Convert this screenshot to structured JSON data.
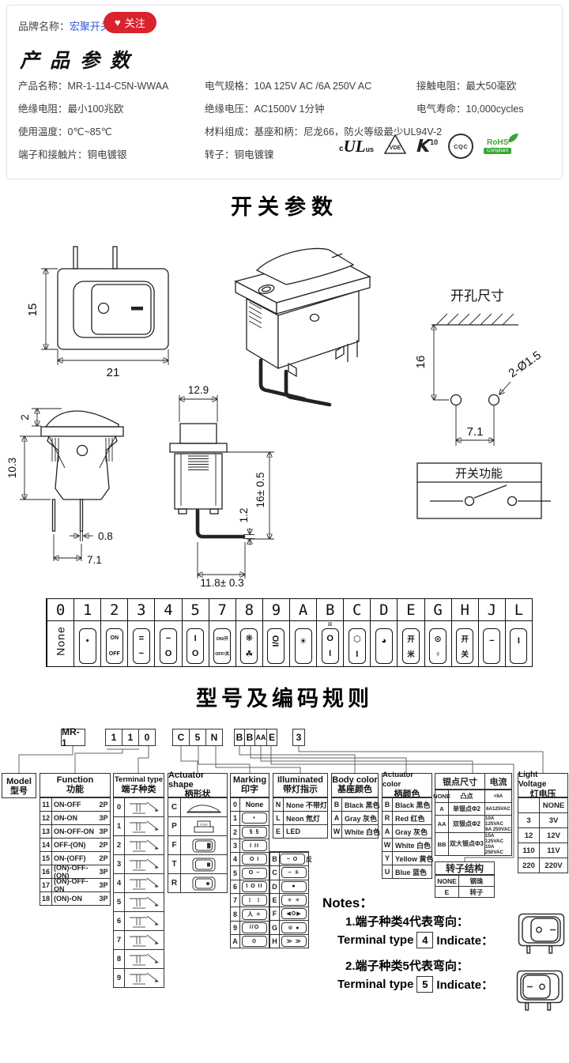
{
  "brand_bar": {
    "label": "品牌名称：",
    "name": "宏聚开关",
    "heart": "♥",
    "follow": "关注"
  },
  "product_params": {
    "title": "产品参数",
    "specs": [
      {
        "label": "产品名称：",
        "value": "MR-1-114-C5N-WWAA",
        "cls": "c1"
      },
      {
        "label": "电气规格：",
        "value": "10A  125V  AC /6A 250V  AC",
        "cls": "c2"
      },
      {
        "label": "接触电阻：",
        "value": "最大50毫欧",
        "cls": "c3"
      },
      {
        "label": "绝缘电阻：",
        "value": "最小100兆欧",
        "cls": "c1"
      },
      {
        "label": "绝缘电压：",
        "value": "AC1500V 1分钟",
        "cls": "c2"
      },
      {
        "label": "电气寿命：",
        "value": "10,000cycles",
        "cls": "c3"
      },
      {
        "label": "使用温度：",
        "value": "0℃~85℃",
        "cls": "c1"
      },
      {
        "label": "材料组成：",
        "value": "基座和柄：尼龙66，防火等级最少UL94V-2",
        "cls": "c2 span2"
      },
      {
        "label": "端子和接触片：",
        "value": "铜电镀银",
        "cls": "c1"
      },
      {
        "label": "转子：",
        "value": "铜电镀镍",
        "cls": "c2"
      }
    ],
    "certs": {
      "ul_c": "c",
      "ul": "UL",
      "ul_us": "us",
      "vde": "VDE",
      "k": "K",
      "k_n": "10",
      "cqc": "CQC",
      "rohs1": "RoHS",
      "rohs2": "Compliant"
    }
  },
  "switch_params": {
    "title": "开关参数",
    "dims": {
      "front_h": "15",
      "front_w": "21",
      "side_top": "2",
      "side_h": "10.3",
      "pin_w": "0.8",
      "pin_pitch": "7.1",
      "top_w": "12.9",
      "leg_t": "1.2",
      "total_h": "16± 0.5",
      "leg_len": "11.8± 0.3"
    },
    "hole": {
      "title": "开孔尺寸",
      "depth": "16",
      "pitch": "7.1",
      "dia": "2-Ø1.5"
    },
    "function_box": {
      "title": "开关功能"
    }
  },
  "code_table": {
    "cols": [
      {
        "code": "0",
        "cls": "vert",
        "above": "",
        "top": "None",
        "bottom": ""
      },
      {
        "code": "1",
        "cls": "",
        "above": "",
        "top": "•",
        "bottom": ""
      },
      {
        "code": "2",
        "cls": "onoff",
        "above": "",
        "top": "ON",
        "bottom": "OFF"
      },
      {
        "code": "3",
        "cls": "",
        "above": "",
        "top": "=",
        "bottom": "−"
      },
      {
        "code": "4",
        "cls": "",
        "above": "",
        "top": "−",
        "bottom": "O"
      },
      {
        "code": "5",
        "cls": "",
        "above": "",
        "top": "I",
        "bottom": "O"
      },
      {
        "code": "7",
        "cls": "onoff7",
        "above": "",
        "top": "ON/开",
        "bottom": "OFF/关"
      },
      {
        "code": "8",
        "cls": "",
        "above": "",
        "top": "❋",
        "bottom": "☘"
      },
      {
        "code": "9",
        "cls": "rot",
        "above": "",
        "top": "I/O",
        "bottom": ""
      },
      {
        "code": "A",
        "cls": "",
        "above": "",
        "top": "☀",
        "bottom": ""
      },
      {
        "code": "B",
        "cls": "",
        "above": "⊠",
        "top": "O",
        "bottom": "I"
      },
      {
        "code": "C",
        "cls": "",
        "above": "",
        "top": "⬡",
        "bottom": "I"
      },
      {
        "code": "D",
        "cls": "",
        "above": "",
        "top": "◕",
        "bottom": ""
      },
      {
        "code": "E",
        "cls": "cjk",
        "above": "",
        "top": "开",
        "bottom": "米"
      },
      {
        "code": "G",
        "cls": "",
        "above": "",
        "top": "⊙",
        "bottom": "♀"
      },
      {
        "code": "H",
        "cls": "cjk",
        "above": "",
        "top": "开",
        "bottom": "关"
      },
      {
        "code": "J",
        "cls": "",
        "above": "",
        "top": "−",
        "bottom": ""
      },
      {
        "code": "L",
        "cls": "",
        "above": "",
        "top": "I",
        "bottom": ""
      }
    ]
  },
  "model_rules": {
    "title": "型号及编码规则",
    "code_boxes": {
      "model": "MR-1",
      "f1": "1",
      "f2": "1",
      "t": "0",
      "s": "C",
      "m": "5",
      "i": "N",
      "bc": "B",
      "ac": "B",
      "sp": "AA",
      "rt": "E",
      "lv": "3"
    },
    "model_col": {
      "en": "Model",
      "cn": "型号"
    },
    "function_col": {
      "en": "Function",
      "cn": "功能",
      "rows": [
        {
          "n": "11",
          "f": "ON-OFF",
          "p": "2P"
        },
        {
          "n": "12",
          "f": "ON-ON",
          "p": "3P"
        },
        {
          "n": "13",
          "f": "ON-OFF-ON",
          "p": "3P"
        },
        {
          "n": "14",
          "f": "OFF-(ON)",
          "p": "2P"
        },
        {
          "n": "15",
          "f": "ON-(OFF)",
          "p": "2P"
        },
        {
          "n": "16",
          "f": "(ON)-OFF-(ON)",
          "p": "3P"
        },
        {
          "n": "17",
          "f": "(ON)-OFF-ON",
          "p": "3P"
        },
        {
          "n": "18",
          "f": "(ON)-ON",
          "p": "3P"
        }
      ]
    },
    "terminal_col": {
      "en": "Terminal type",
      "cn": "端子种类",
      "rows": [
        {
          "code": "0"
        },
        {
          "code": "1"
        },
        {
          "code": "2"
        },
        {
          "code": "3"
        },
        {
          "code": "4"
        },
        {
          "code": "5"
        },
        {
          "code": "6"
        },
        {
          "code": "7"
        },
        {
          "code": "8"
        },
        {
          "code": "9"
        }
      ]
    },
    "actuator_col": {
      "en": "Actuator shape",
      "cn": "柄形状",
      "push_label": "PUSH",
      "rows": [
        {
          "code": "C",
          "kind": "C"
        },
        {
          "code": "P",
          "kind": "P"
        },
        {
          "code": "F",
          "kind": "F"
        },
        {
          "code": "T",
          "kind": "T"
        },
        {
          "code": "R",
          "kind": "R"
        }
      ]
    },
    "marking_col": {
      "en": "Marking",
      "cn": "印字",
      "rows": [
        {
          "code": "0",
          "icon": "None",
          "cls": "plain",
          "suffix": ""
        },
        {
          "code": "1",
          "icon": "•",
          "cls": "",
          "suffix": ""
        },
        {
          "code": "2",
          "icon": "§ §",
          "cls": "",
          "suffix": ""
        },
        {
          "code": "3",
          "icon": "I II",
          "cls": "",
          "suffix": ""
        },
        {
          "code": "4",
          "icon": "O I",
          "cls": "",
          "suffix": ""
        },
        {
          "code": "5",
          "icon": "O −",
          "cls": "",
          "suffix": ""
        },
        {
          "code": "6",
          "icon": "I O II",
          "cls": "",
          "suffix": ""
        },
        {
          "code": "7",
          "icon": "⋮ ⋮",
          "cls": "",
          "suffix": ""
        },
        {
          "code": "8",
          "icon": "人 ✳",
          "cls": "",
          "suffix": ""
        },
        {
          "code": "9",
          "icon": "I/O",
          "cls": "",
          "suffix": ""
        },
        {
          "code": "A",
          "icon": "⚙",
          "cls": "",
          "suffix": ""
        }
      ],
      "sub_rows": [
        {
          "code": "B",
          "icon": "− O",
          "suffix": "反"
        },
        {
          "code": "C",
          "icon": "− ①",
          "suffix": ""
        },
        {
          "code": "D",
          "icon": "●",
          "suffix": ""
        },
        {
          "code": "E",
          "icon": "✳ ✳",
          "suffix": ""
        },
        {
          "code": "F",
          "icon": "◀O▶",
          "suffix": ""
        },
        {
          "code": "G",
          "icon": "⊙ ●",
          "suffix": ""
        },
        {
          "code": "H",
          "icon": "≫ ≫",
          "suffix": ""
        }
      ]
    },
    "illuminated_col": {
      "en": "Illuminated",
      "cn": "带灯指示",
      "rows": [
        {
          "c": "N",
          "t": "None 不带灯"
        },
        {
          "c": "L",
          "t": "Neon 氖灯"
        },
        {
          "c": "E",
          "t": "LED"
        }
      ]
    },
    "body_color_col": {
      "en": "Body color",
      "cn": "基座颜色",
      "rows": [
        {
          "c": "B",
          "t": "Black 黑色"
        },
        {
          "c": "A",
          "t": "Gray 灰色"
        },
        {
          "c": "W",
          "t": "White 白色"
        }
      ]
    },
    "actuator_color_col": {
      "en": "Actuator color",
      "cn": "柄颜色",
      "rows": [
        {
          "c": "B",
          "t": "Black 黑色"
        },
        {
          "c": "R",
          "t": "Red 红色"
        },
        {
          "c": "A",
          "t": "Gray 灰色"
        },
        {
          "c": "W",
          "t": "White 白色"
        },
        {
          "c": "Y",
          "t": "Yellow 黄色"
        },
        {
          "c": "U",
          "t": "Blue 蓝色"
        }
      ]
    },
    "silver_col": {
      "h1": "银点尺寸",
      "h2": "电流",
      "rows": [
        {
          "c": "NONE",
          "d": "凸点",
          "a": "<6A",
          "a2": ""
        },
        {
          "c": "A",
          "d": "单银点Φ2",
          "a": "6A125VAC",
          "a2": ""
        },
        {
          "c": "AA",
          "d": "双银点Φ2",
          "a": "10A 125VAC",
          "a2": "6A 250VAC"
        },
        {
          "c": "BB",
          "d": "双大银点Φ3",
          "a": "15A 125VAC",
          "a2": "10A 250VAC"
        }
      ]
    },
    "rotor_col": {
      "title": "转子结构",
      "rows": [
        {
          "c": "NONE",
          "d": "钢珠"
        },
        {
          "c": "E",
          "d": "转子"
        }
      ]
    },
    "voltage_col": {
      "en": "Light Voltage",
      "cn": "灯电压",
      "rows": [
        {
          "c": "",
          "v": "NONE"
        },
        {
          "c": "3",
          "v": "3V"
        },
        {
          "c": "12",
          "v": "12V"
        },
        {
          "c": "110",
          "v": "11V"
        },
        {
          "c": "220",
          "v": "220V"
        }
      ]
    },
    "notes": {
      "title": "Notes：",
      "n1": "1.端子种类4代表弯向：",
      "n2": "2.端子种类5代表弯向：",
      "t_label": "Terminal type",
      "t1_code": "4",
      "t2_code": "5",
      "indicate": "Indicate："
    }
  }
}
